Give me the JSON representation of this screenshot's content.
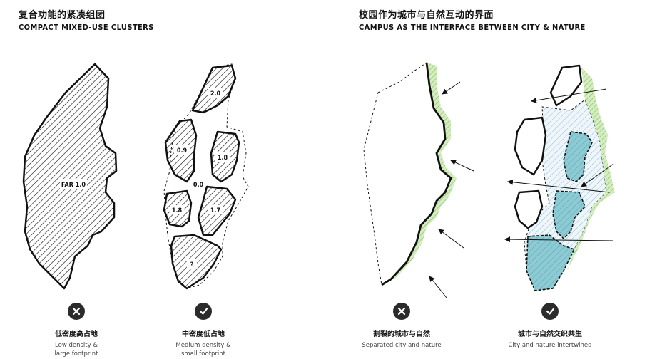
{
  "left_section": {
    "title_zh": "复合功能的紧凑组团",
    "title_en": "COMPACT MIXED-USE CLUSTERS",
    "diagrams": [
      {
        "labels": [
          "FAR 1.0"
        ],
        "status_icon": "cross-icon",
        "caption_zh": "低密度高占地",
        "caption_en_line1": "Low density &",
        "caption_en_line2": "large footprint"
      },
      {
        "labels": [
          "2.0",
          "0.9",
          "1.8",
          "0.0",
          "1.8",
          "1.7",
          "?"
        ],
        "status_icon": "check-icon",
        "caption_zh": "中密度低占地",
        "caption_en_line1": "Medium density &",
        "caption_en_line2": "small footprint"
      }
    ]
  },
  "right_section": {
    "title_zh": "校园作为城市与自然互动的界面",
    "title_en": "CAMPUS AS THE INTERFACE BETWEEN CITY & NATURE",
    "diagrams": [
      {
        "status_icon": "cross-icon",
        "caption_zh": "割裂的城市与自然",
        "caption_en": "Separated city and nature"
      },
      {
        "status_icon": "check-icon",
        "caption_zh": "城市与自然交织共生",
        "caption_en": "City and nature intertwined"
      }
    ]
  },
  "colors": {
    "ink": "#111111",
    "green_fill": "#cfe8b8",
    "green_hatch": "#7fbf5c",
    "blue_fill": "#8ccbd3",
    "blue_hatch": "#6aa8c4",
    "badge": "#2b2b2b"
  }
}
